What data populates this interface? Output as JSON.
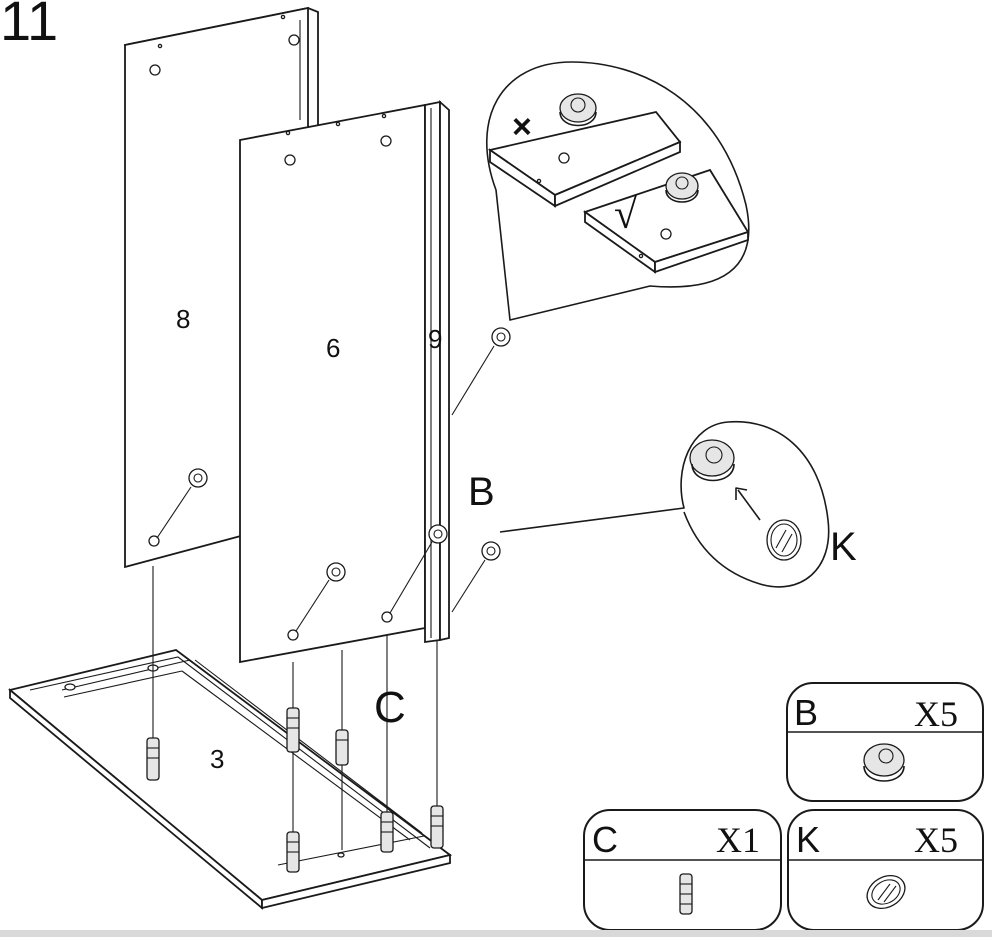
{
  "step_number": "11",
  "panel_labels": {
    "side_left": "8",
    "side_middle": "6",
    "edge_strip": "9",
    "base": "3"
  },
  "callout_labels": {
    "cam_lock": "B",
    "dowel": "C",
    "cap": "K"
  },
  "detail_marks": {
    "wrong": "×",
    "right": "√"
  },
  "parts_list": [
    {
      "letter": "B",
      "qty": "X5",
      "icon": "cam-lock-icon"
    },
    {
      "letter": "C",
      "qty": "X1",
      "icon": "wooden-dowel-icon"
    },
    {
      "letter": "K",
      "qty": "X5",
      "icon": "cover-cap-icon"
    }
  ]
}
